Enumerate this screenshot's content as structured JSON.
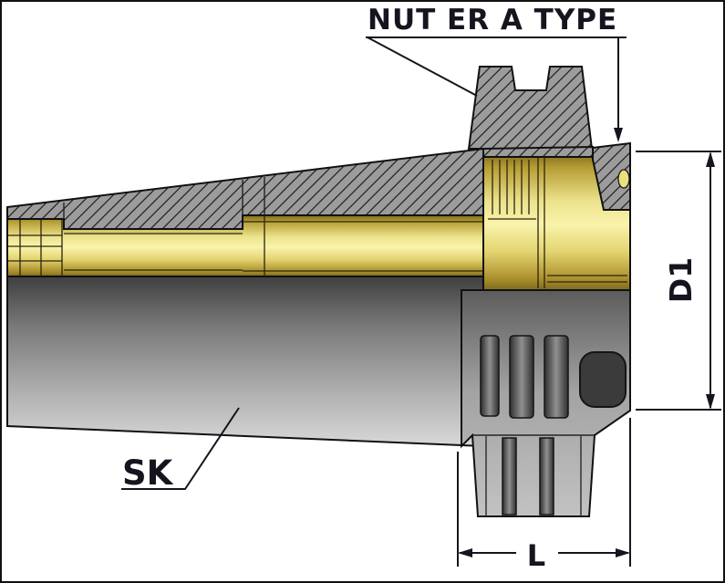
{
  "diagram": {
    "type": "technical-drawing",
    "subject": "SK taper ER collet chuck cross-section",
    "callout_nut": "NUT ER A TYPE",
    "dim_diameter": "D1",
    "callout_taper": "SK",
    "dim_length": "L"
  },
  "colors": {
    "background": "#ffffff",
    "outline": "#111111",
    "text": "#15151f",
    "hatch_gray": "#9c9c9c",
    "brass_light": "#f9f3ab",
    "brass_dark": "#7d6a1e",
    "steel_dark": "#474747",
    "steel_light": "#d8d8d8"
  }
}
